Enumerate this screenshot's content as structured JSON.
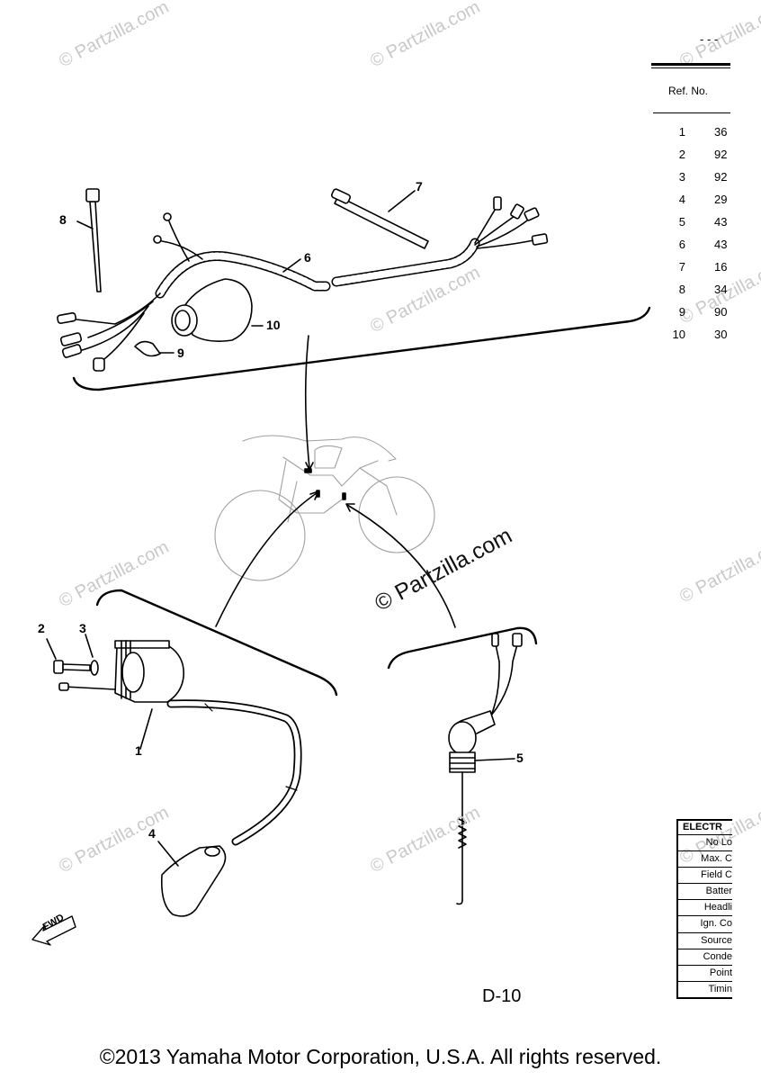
{
  "watermark": {
    "small": "© Partzilla.com",
    "main": "© Partzilla.com"
  },
  "header_fragment": "- - -",
  "callouts": [
    "1",
    "2",
    "3",
    "4",
    "5",
    "6",
    "7",
    "8",
    "9",
    "10"
  ],
  "ref_table": {
    "header": "Ref. No.",
    "rows": [
      {
        "no": "1",
        "part": "36"
      },
      {
        "no": "2",
        "part": "92"
      },
      {
        "no": "3",
        "part": "92"
      },
      {
        "no": "4",
        "part": "29"
      },
      {
        "no": "5",
        "part": "43"
      },
      {
        "no": "6",
        "part": "43"
      },
      {
        "no": "7",
        "part": "16"
      },
      {
        "no": "8",
        "part": "34"
      },
      {
        "no": "9",
        "part": "90"
      },
      {
        "no": "10",
        "part": "30"
      }
    ]
  },
  "electrical_table": {
    "title": "ELECTR",
    "rows": [
      "No Lo",
      "Max. C",
      "Field C",
      "Batter",
      "Headli",
      "Ign. Co",
      "Source",
      "Conde",
      "Point",
      "Timin"
    ]
  },
  "fwd_label": "FWD",
  "page_code": "D-10",
  "copyright": "©2013 Yamaha Motor Corporation, U.S.A. All rights reserved."
}
